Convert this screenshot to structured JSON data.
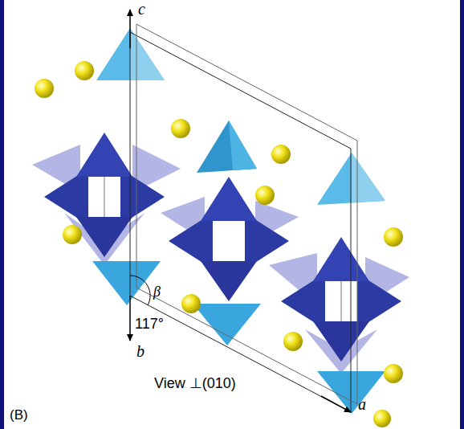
{
  "diagram": {
    "labels": [
      "c",
      "b",
      "a",
      "β",
      "117°",
      "View ⊥(010)",
      "(B)"
    ]
  }
}
